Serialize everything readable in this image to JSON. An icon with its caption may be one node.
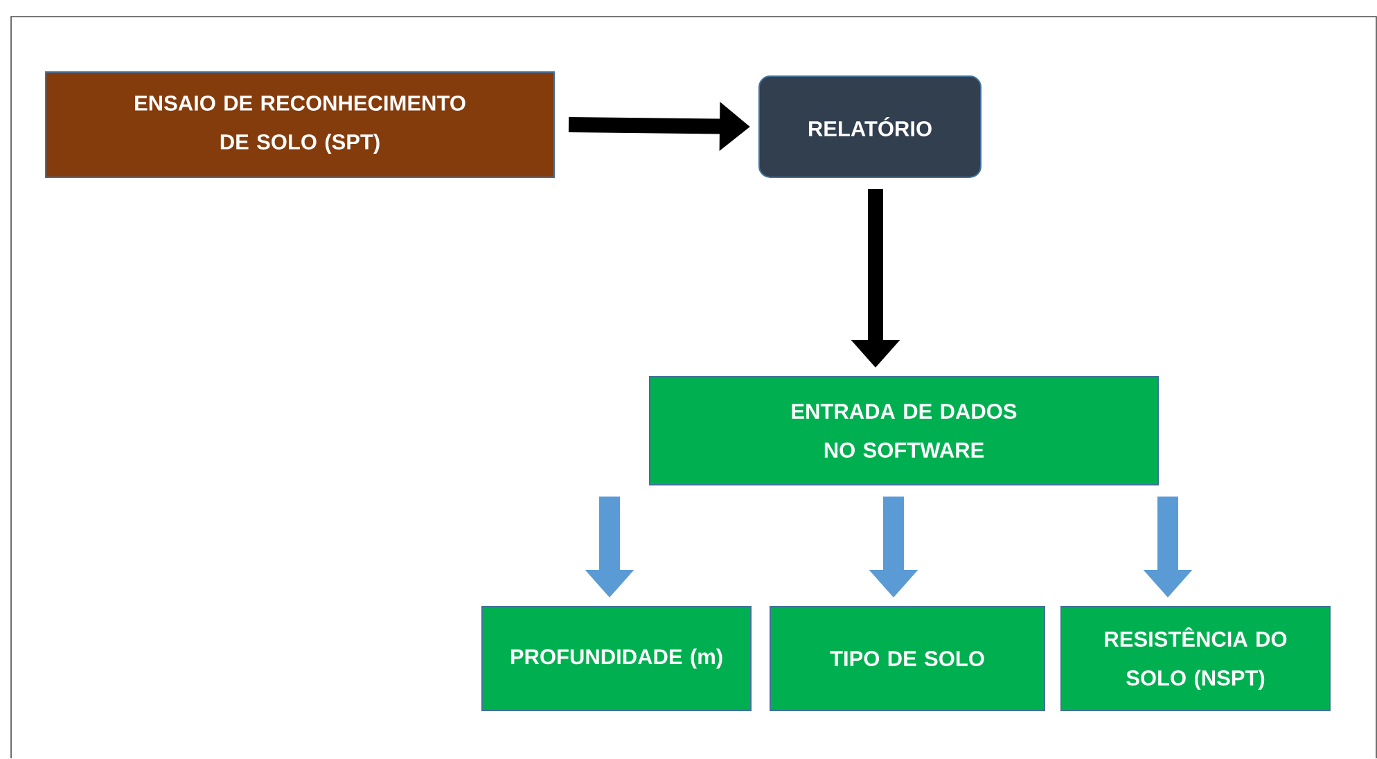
{
  "diagram": {
    "nodes": [
      {
        "text": [
          "ENSAIO DE RECONHECIMENTO DE SOLO (SPT)"
        ]
      },
      {
        "text": [
          "RELATÓRIO"
        ]
      },
      {
        "text": [
          "ENTRADA DE DADOS NO SOFTWARE"
        ]
      },
      {
        "text": [
          "PROFUNDIDADE (m)"
        ]
      },
      {
        "text": [
          "TIPO DE SOLO"
        ]
      },
      {
        "text": [
          "RESISTÊNCIA DO SOLO (NSPT)"
        ]
      }
    ],
    "edges": [
      {
        "from": 0,
        "to": 1,
        "arrow": "to",
        "color": "#000000"
      },
      {
        "from": 1,
        "to": 2,
        "arrow": "to",
        "color": "#000000"
      },
      {
        "from": 2,
        "to": 3,
        "arrow": "to",
        "color": "#5b9bd5"
      },
      {
        "from": 2,
        "to": 4,
        "arrow": "to",
        "color": "#5b9bd5"
      },
      {
        "from": 2,
        "to": 5,
        "arrow": "to",
        "color": "#5b9bd5"
      }
    ]
  }
}
